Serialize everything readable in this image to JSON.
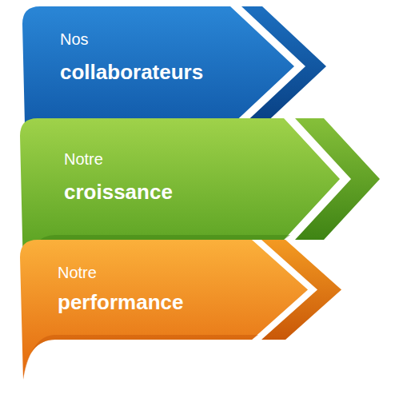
{
  "diagram": {
    "nodes": [
      {
        "text": [
          "Nos",
          "collaborateurs"
        ]
      },
      {
        "text": [
          "Notre",
          "croissance"
        ]
      },
      {
        "text": [
          "Notre",
          "performance"
        ]
      }
    ]
  }
}
